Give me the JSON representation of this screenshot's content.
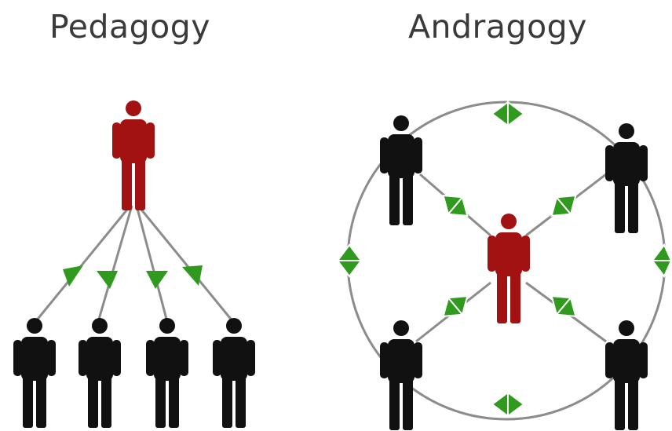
{
  "titles": {
    "left": "Pedagogy",
    "right": "Andragogy"
  },
  "colors": {
    "teacher": "#a31212",
    "learner": "#111111",
    "arrow": "#2f9a1e",
    "line": "#8c8c8c",
    "title": "#3a3a3a",
    "background": "#ffffff"
  },
  "pedagogy": {
    "teacher_count": 1,
    "learner_count": 4,
    "flow": "teacher-to-learners (one-way)"
  },
  "andragogy": {
    "facilitator_count": 1,
    "learner_count": 4,
    "flow": "two-way, peer-to-peer around a circle"
  }
}
